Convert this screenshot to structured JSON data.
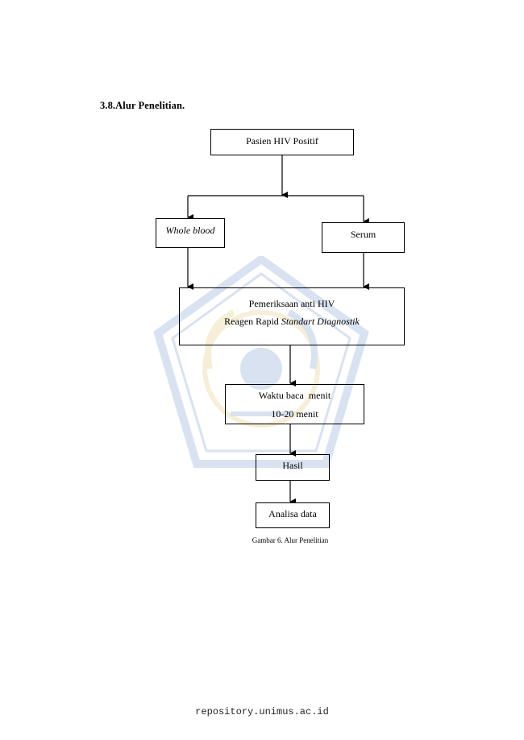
{
  "section": {
    "heading": "3.8.Alur Penelitian."
  },
  "flowchart": {
    "start": "Pasien HIV Positif",
    "left_sample": "Whole blood",
    "right_sample": "Serum",
    "test_line1": "Pemeriksaan anti HIV",
    "test_line2_prefix": "Reagen Rapid ",
    "test_line2_italic": "Standart Diagnostik",
    "read_line1": "Waktu baca  menit",
    "read_line2": "10-20 menit",
    "result": "Hasil",
    "analysis": "Analisa data"
  },
  "caption": "Gambar 6. Alur Penelitian",
  "footer": "repository.unimus.ac.id",
  "colors": {
    "watermark": "#1e5aa8",
    "watermark_accent": "#d4a017"
  }
}
